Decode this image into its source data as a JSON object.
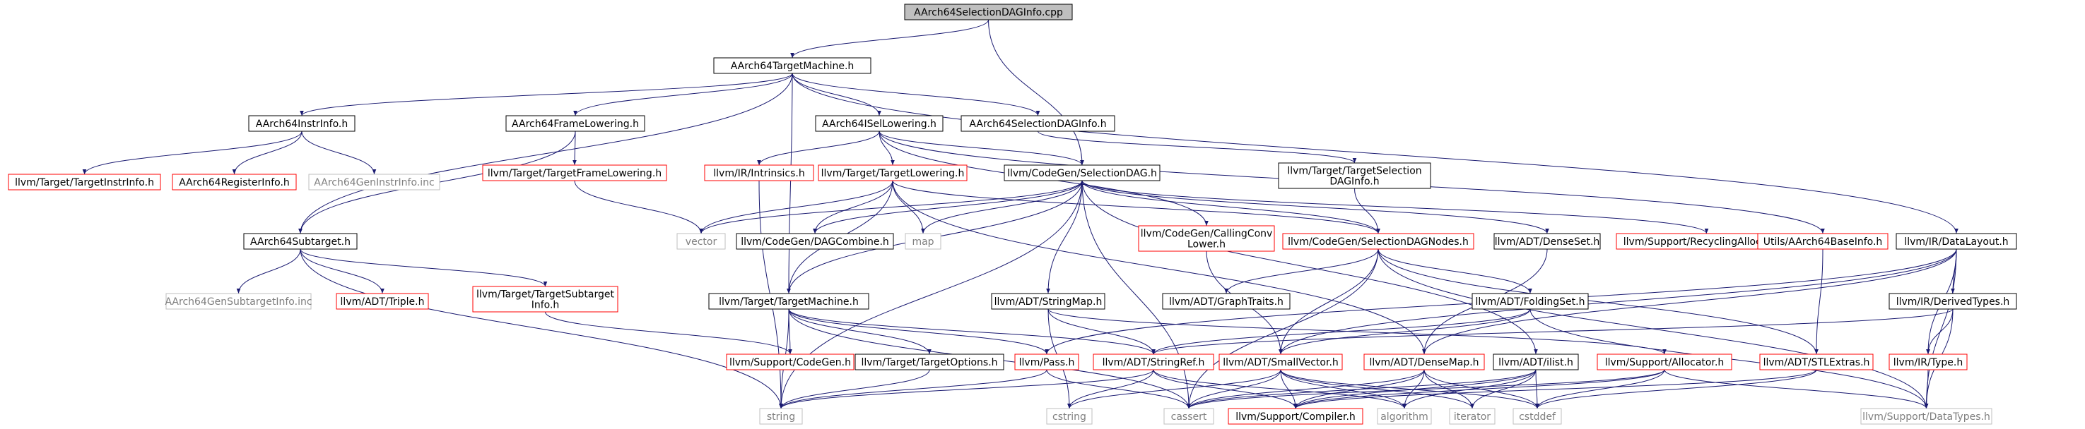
{
  "title": "AArch64SelectionDAGInfo.cpp",
  "colors": {
    "root_fill": "#bfbfbf",
    "border_internal": "#000000",
    "border_undocumented": "#ff0000",
    "border_system": "#bfbfbf",
    "text_system": "#7f7f7f",
    "edge": "#191970"
  },
  "nodes": [
    {
      "id": "root",
      "lines": [
        "AArch64SelectionDAGInfo.cpp"
      ],
      "kind": "root"
    },
    {
      "id": "tm",
      "lines": [
        "AArch64TargetMachine.h"
      ],
      "kind": "internal"
    },
    {
      "id": "instrinfo",
      "lines": [
        "AArch64InstrInfo.h"
      ],
      "kind": "internal"
    },
    {
      "id": "framelow",
      "lines": [
        "AArch64FrameLowering.h"
      ],
      "kind": "internal"
    },
    {
      "id": "isellow",
      "lines": [
        "AArch64ISelLowering.h"
      ],
      "kind": "internal"
    },
    {
      "id": "seldaginfo",
      "lines": [
        "AArch64SelectionDAGInfo.h"
      ],
      "kind": "internal"
    },
    {
      "id": "subtarget",
      "lines": [
        "AArch64Subtarget.h"
      ],
      "kind": "internal"
    },
    {
      "id": "targetinstrinfo",
      "lines": [
        "llvm/Target/TargetInstrInfo.h"
      ],
      "kind": "undocumented"
    },
    {
      "id": "reginfo",
      "lines": [
        "AArch64RegisterInfo.h"
      ],
      "kind": "undocumented"
    },
    {
      "id": "geninstrinfo",
      "lines": [
        "AArch64GenInstrInfo.inc"
      ],
      "kind": "system"
    },
    {
      "id": "targetframelow",
      "lines": [
        "llvm/Target/TargetFrameLowering.h"
      ],
      "kind": "undocumented"
    },
    {
      "id": "intrinsics",
      "lines": [
        "llvm/IR/Intrinsics.h"
      ],
      "kind": "undocumented"
    },
    {
      "id": "targetlowering",
      "lines": [
        "llvm/Target/TargetLowering.h"
      ],
      "kind": "undocumented"
    },
    {
      "id": "selectiondag",
      "lines": [
        "llvm/CodeGen/SelectionDAG.h"
      ],
      "kind": "internal"
    },
    {
      "id": "targetseldag",
      "lines": [
        "llvm/Target/TargetSelection",
        "DAGInfo.h"
      ],
      "kind": "internal"
    },
    {
      "id": "datalayout",
      "lines": [
        "llvm/IR/DataLayout.h"
      ],
      "kind": "internal"
    },
    {
      "id": "gensubtarget",
      "lines": [
        "AArch64GenSubtargetInfo.inc"
      ],
      "kind": "system"
    },
    {
      "id": "triple",
      "lines": [
        "llvm/ADT/Triple.h"
      ],
      "kind": "undocumented"
    },
    {
      "id": "targetsubtarget",
      "lines": [
        "llvm/Target/TargetSubtarget",
        "Info.h"
      ],
      "kind": "undocumented"
    },
    {
      "id": "vector",
      "lines": [
        "vector"
      ],
      "kind": "system"
    },
    {
      "id": "dagcombine",
      "lines": [
        "llvm/CodeGen/DAGCombine.h"
      ],
      "kind": "internal"
    },
    {
      "id": "map",
      "lines": [
        "map"
      ],
      "kind": "system"
    },
    {
      "id": "callingconv",
      "lines": [
        "llvm/CodeGen/CallingConv",
        "Lower.h"
      ],
      "kind": "undocumented"
    },
    {
      "id": "seldagnodes",
      "lines": [
        "llvm/CodeGen/SelectionDAGNodes.h"
      ],
      "kind": "undocumented"
    },
    {
      "id": "denseset",
      "lines": [
        "llvm/ADT/DenseSet.h"
      ],
      "kind": "internal"
    },
    {
      "id": "recycling",
      "lines": [
        "llvm/Support/RecyclingAllocator.h"
      ],
      "kind": "undocumented"
    },
    {
      "id": "basinfo",
      "lines": [
        "Utils/AArch64BaseInfo.h"
      ],
      "kind": "undocumented"
    },
    {
      "id": "targetmachine",
      "lines": [
        "llvm/Target/TargetMachine.h"
      ],
      "kind": "internal"
    },
    {
      "id": "stringmap",
      "lines": [
        "llvm/ADT/StringMap.h"
      ],
      "kind": "internal"
    },
    {
      "id": "graphtraits",
      "lines": [
        "llvm/ADT/GraphTraits.h"
      ],
      "kind": "internal"
    },
    {
      "id": "foldingset",
      "lines": [
        "llvm/ADT/FoldingSet.h"
      ],
      "kind": "internal"
    },
    {
      "id": "derivedtypes",
      "lines": [
        "llvm/IR/DerivedTypes.h"
      ],
      "kind": "internal"
    },
    {
      "id": "codegen",
      "lines": [
        "llvm/Support/CodeGen.h"
      ],
      "kind": "undocumented"
    },
    {
      "id": "targetoptions",
      "lines": [
        "llvm/Target/TargetOptions.h"
      ],
      "kind": "internal"
    },
    {
      "id": "pass",
      "lines": [
        "llvm/Pass.h"
      ],
      "kind": "undocumented"
    },
    {
      "id": "stringref",
      "lines": [
        "llvm/ADT/StringRef.h"
      ],
      "kind": "undocumented"
    },
    {
      "id": "smallvector",
      "lines": [
        "llvm/ADT/SmallVector.h"
      ],
      "kind": "undocumented"
    },
    {
      "id": "densemap",
      "lines": [
        "llvm/ADT/DenseMap.h"
      ],
      "kind": "undocumented"
    },
    {
      "id": "ilist",
      "lines": [
        "llvm/ADT/ilist.h"
      ],
      "kind": "internal"
    },
    {
      "id": "allocator",
      "lines": [
        "llvm/Support/Allocator.h"
      ],
      "kind": "undocumented"
    },
    {
      "id": "stlextras",
      "lines": [
        "llvm/ADT/STLExtras.h"
      ],
      "kind": "undocumented"
    },
    {
      "id": "type",
      "lines": [
        "llvm/IR/Type.h"
      ],
      "kind": "undocumented"
    },
    {
      "id": "string",
      "lines": [
        "string"
      ],
      "kind": "system"
    },
    {
      "id": "cstring",
      "lines": [
        "cstring"
      ],
      "kind": "system"
    },
    {
      "id": "cassert",
      "lines": [
        "cassert"
      ],
      "kind": "system"
    },
    {
      "id": "compiler",
      "lines": [
        "llvm/Support/Compiler.h"
      ],
      "kind": "undocumented"
    },
    {
      "id": "algorithm",
      "lines": [
        "algorithm"
      ],
      "kind": "system"
    },
    {
      "id": "iterator",
      "lines": [
        "iterator"
      ],
      "kind": "system"
    },
    {
      "id": "cstddef",
      "lines": [
        "cstddef"
      ],
      "kind": "system"
    },
    {
      "id": "datatypes",
      "lines": [
        "llvm/Support/DataTypes.h"
      ],
      "kind": "system"
    }
  ],
  "edges": [
    [
      "root",
      "tm"
    ],
    [
      "root",
      "selectiondag"
    ],
    [
      "tm",
      "instrinfo"
    ],
    [
      "tm",
      "framelow"
    ],
    [
      "tm",
      "isellow"
    ],
    [
      "tm",
      "seldaginfo"
    ],
    [
      "tm",
      "subtarget"
    ],
    [
      "tm",
      "targetmachine"
    ],
    [
      "tm",
      "datalayout"
    ],
    [
      "instrinfo",
      "targetinstrinfo"
    ],
    [
      "instrinfo",
      "reginfo"
    ],
    [
      "instrinfo",
      "geninstrinfo"
    ],
    [
      "framelow",
      "targetframelow"
    ],
    [
      "framelow",
      "subtarget"
    ],
    [
      "isellow",
      "intrinsics"
    ],
    [
      "isellow",
      "targetlowering"
    ],
    [
      "isellow",
      "selectiondag"
    ],
    [
      "isellow",
      "callingconv"
    ],
    [
      "isellow",
      "basinfo"
    ],
    [
      "seldaginfo",
      "targetseldag"
    ],
    [
      "targetseldag",
      "seldagnodes"
    ],
    [
      "subtarget",
      "gensubtarget"
    ],
    [
      "subtarget",
      "triple"
    ],
    [
      "subtarget",
      "targetsubtarget"
    ],
    [
      "subtarget",
      "string"
    ],
    [
      "targetframelow",
      "vector"
    ],
    [
      "intrinsics",
      "string"
    ],
    [
      "targetlowering",
      "vector"
    ],
    [
      "targetlowering",
      "dagcombine"
    ],
    [
      "targetlowering",
      "map"
    ],
    [
      "targetlowering",
      "seldagnodes"
    ],
    [
      "targetlowering",
      "targetmachine"
    ],
    [
      "targetlowering",
      "densemap"
    ],
    [
      "selectiondag",
      "vector"
    ],
    [
      "selectiondag",
      "dagcombine"
    ],
    [
      "selectiondag",
      "map"
    ],
    [
      "selectiondag",
      "seldagnodes"
    ],
    [
      "selectiondag",
      "denseset"
    ],
    [
      "selectiondag",
      "recycling"
    ],
    [
      "selectiondag",
      "targetmachine"
    ],
    [
      "selectiondag",
      "stringmap"
    ],
    [
      "selectiondag",
      "cassert"
    ],
    [
      "selectiondag",
      "string"
    ],
    [
      "selectiondag",
      "ilist"
    ],
    [
      "callingconv",
      "smallvector"
    ],
    [
      "seldagnodes",
      "graphtraits"
    ],
    [
      "seldagnodes",
      "foldingset"
    ],
    [
      "seldagnodes",
      "smallvector"
    ],
    [
      "seldagnodes",
      "stlextras"
    ],
    [
      "seldagnodes",
      "cassert"
    ],
    [
      "seldagnodes",
      "datatypes"
    ],
    [
      "denseset",
      "densemap"
    ],
    [
      "basinfo",
      "stlextras"
    ],
    [
      "datalayout",
      "derivedtypes"
    ],
    [
      "datalayout",
      "type"
    ],
    [
      "datalayout",
      "smallvector"
    ],
    [
      "datalayout",
      "densemap"
    ],
    [
      "datalayout",
      "pass"
    ],
    [
      "datalayout",
      "datatypes"
    ],
    [
      "targetmachine",
      "codegen"
    ],
    [
      "targetmachine",
      "targetoptions"
    ],
    [
      "targetmachine",
      "pass"
    ],
    [
      "targetmachine",
      "stringref"
    ],
    [
      "targetmachine",
      "string"
    ],
    [
      "targetmachine",
      "cassert"
    ],
    [
      "targetsubtarget",
      "codegen"
    ],
    [
      "stringmap",
      "stringref"
    ],
    [
      "stringmap",
      "allocator"
    ],
    [
      "stringmap",
      "cstring"
    ],
    [
      "foldingset",
      "smallvector"
    ],
    [
      "foldingset",
      "stringref"
    ],
    [
      "foldingset",
      "datatypes"
    ],
    [
      "derivedtypes",
      "type"
    ],
    [
      "derivedtypes",
      "stringref"
    ],
    [
      "derivedtypes",
      "datatypes"
    ],
    [
      "targetoptions",
      "string"
    ],
    [
      "pass",
      "string"
    ],
    [
      "pass",
      "cassert"
    ],
    [
      "stringref",
      "string"
    ],
    [
      "stringref",
      "cstring"
    ],
    [
      "stringref",
      "algorithm"
    ],
    [
      "stringref",
      "compiler"
    ],
    [
      "smallvector",
      "compiler"
    ],
    [
      "smallvector",
      "cassert"
    ],
    [
      "smallvector",
      "cstring"
    ],
    [
      "smallvector",
      "algorithm"
    ],
    [
      "smallvector",
      "iterator"
    ],
    [
      "smallvector",
      "cstddef"
    ],
    [
      "densemap",
      "compiler"
    ],
    [
      "densemap",
      "cassert"
    ],
    [
      "densemap",
      "algorithm"
    ],
    [
      "densemap",
      "iterator"
    ],
    [
      "densemap",
      "cstddef"
    ],
    [
      "ilist",
      "compiler"
    ],
    [
      "ilist",
      "cassert"
    ],
    [
      "ilist",
      "algorithm"
    ],
    [
      "ilist",
      "iterator"
    ],
    [
      "ilist",
      "cstddef"
    ],
    [
      "allocator",
      "compiler"
    ],
    [
      "allocator",
      "cstddef"
    ],
    [
      "allocator",
      "datatypes"
    ],
    [
      "allocator",
      "cassert"
    ],
    [
      "stlextras",
      "cstddef"
    ],
    [
      "stlextras",
      "compiler"
    ],
    [
      "type",
      "datatypes"
    ]
  ]
}
